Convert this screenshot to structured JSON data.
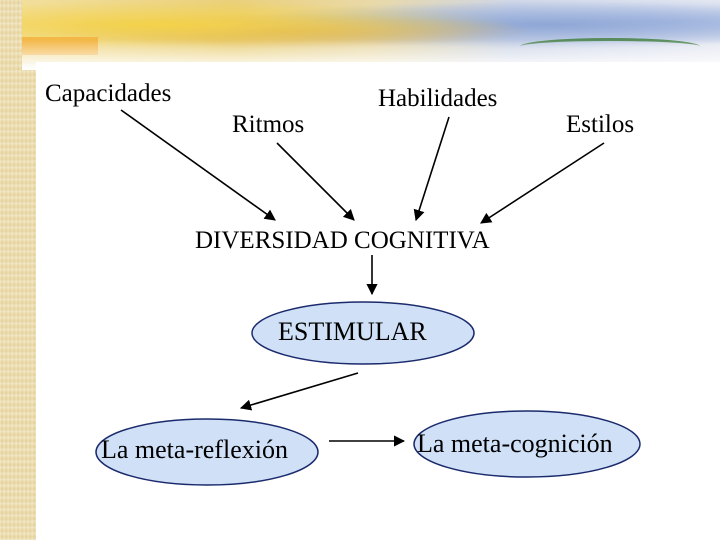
{
  "nodes": {
    "capacidades": "Capacidades",
    "ritmos": "Ritmos",
    "habilidades": "Habilidades",
    "estilos": "Estilos",
    "diversidad": "DIVERSIDAD COGNITIVA",
    "estimular": "ESTIMULAR",
    "meta_reflexion": "La meta-reflexión",
    "meta_cognicion": "La meta-cognición"
  },
  "colors": {
    "ellipse_fill": "#cfe0f7",
    "ellipse_stroke": "#1a2a6c",
    "arrow": "#000000"
  }
}
